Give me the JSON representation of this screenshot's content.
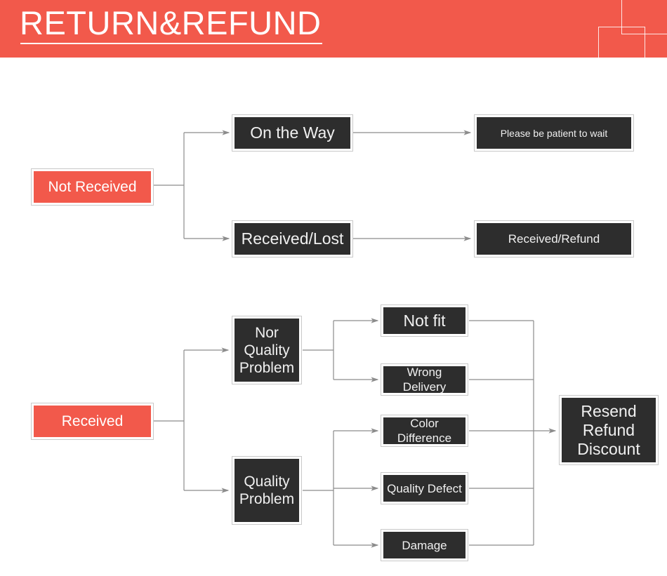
{
  "header": {
    "title": "RETURN&REFUND",
    "band_color": "#f2594b",
    "title_color": "#ffffff",
    "decorations": [
      "square-outline-upper-right",
      "square-outline-lower-right"
    ]
  },
  "palette": {
    "accent": "#f2594b",
    "node_fill": "#2d2d2d",
    "node_border": "#c9c9c9",
    "node_text": "#f0f0f0",
    "line": "#8c8c8c",
    "background": "#ffffff"
  },
  "flow": {
    "branches": [
      {
        "id": "not-received",
        "root": {
          "label": "Not Received",
          "style": "accent"
        },
        "stages": [
          {
            "label": "On the Way",
            "outcome": "Please be patient to wait"
          },
          {
            "label": "Received/Lost",
            "outcome": "Received/Refund"
          }
        ]
      },
      {
        "id": "received",
        "root": {
          "label": "Received",
          "style": "accent"
        },
        "stages": [
          {
            "label": "Nor\nQuality\nProblem",
            "reasons": [
              "Not fit",
              "Wrong Delivery"
            ]
          },
          {
            "label": "Quality\nProblem",
            "reasons": [
              "Color Difference",
              "Quality Defect",
              "Damage"
            ]
          }
        ],
        "outcome": "Resend\nRefund\nDiscount"
      }
    ]
  },
  "nodes": {
    "not_received": "Not Received",
    "on_the_way": "On the Way",
    "received_lost": "Received/Lost",
    "please_wait": "Please be patient to wait",
    "received_refund": "Received/Refund",
    "received": "Received",
    "nor_quality_problem": "Nor\nQuality\nProblem",
    "quality_problem": "Quality\nProblem",
    "not_fit": "Not fit",
    "wrong_delivery": "Wrong Delivery",
    "color_difference": "Color Difference",
    "quality_defect": "Quality Defect",
    "damage": "Damage",
    "resend_refund_discount": "Resend\nRefund\nDiscount"
  }
}
